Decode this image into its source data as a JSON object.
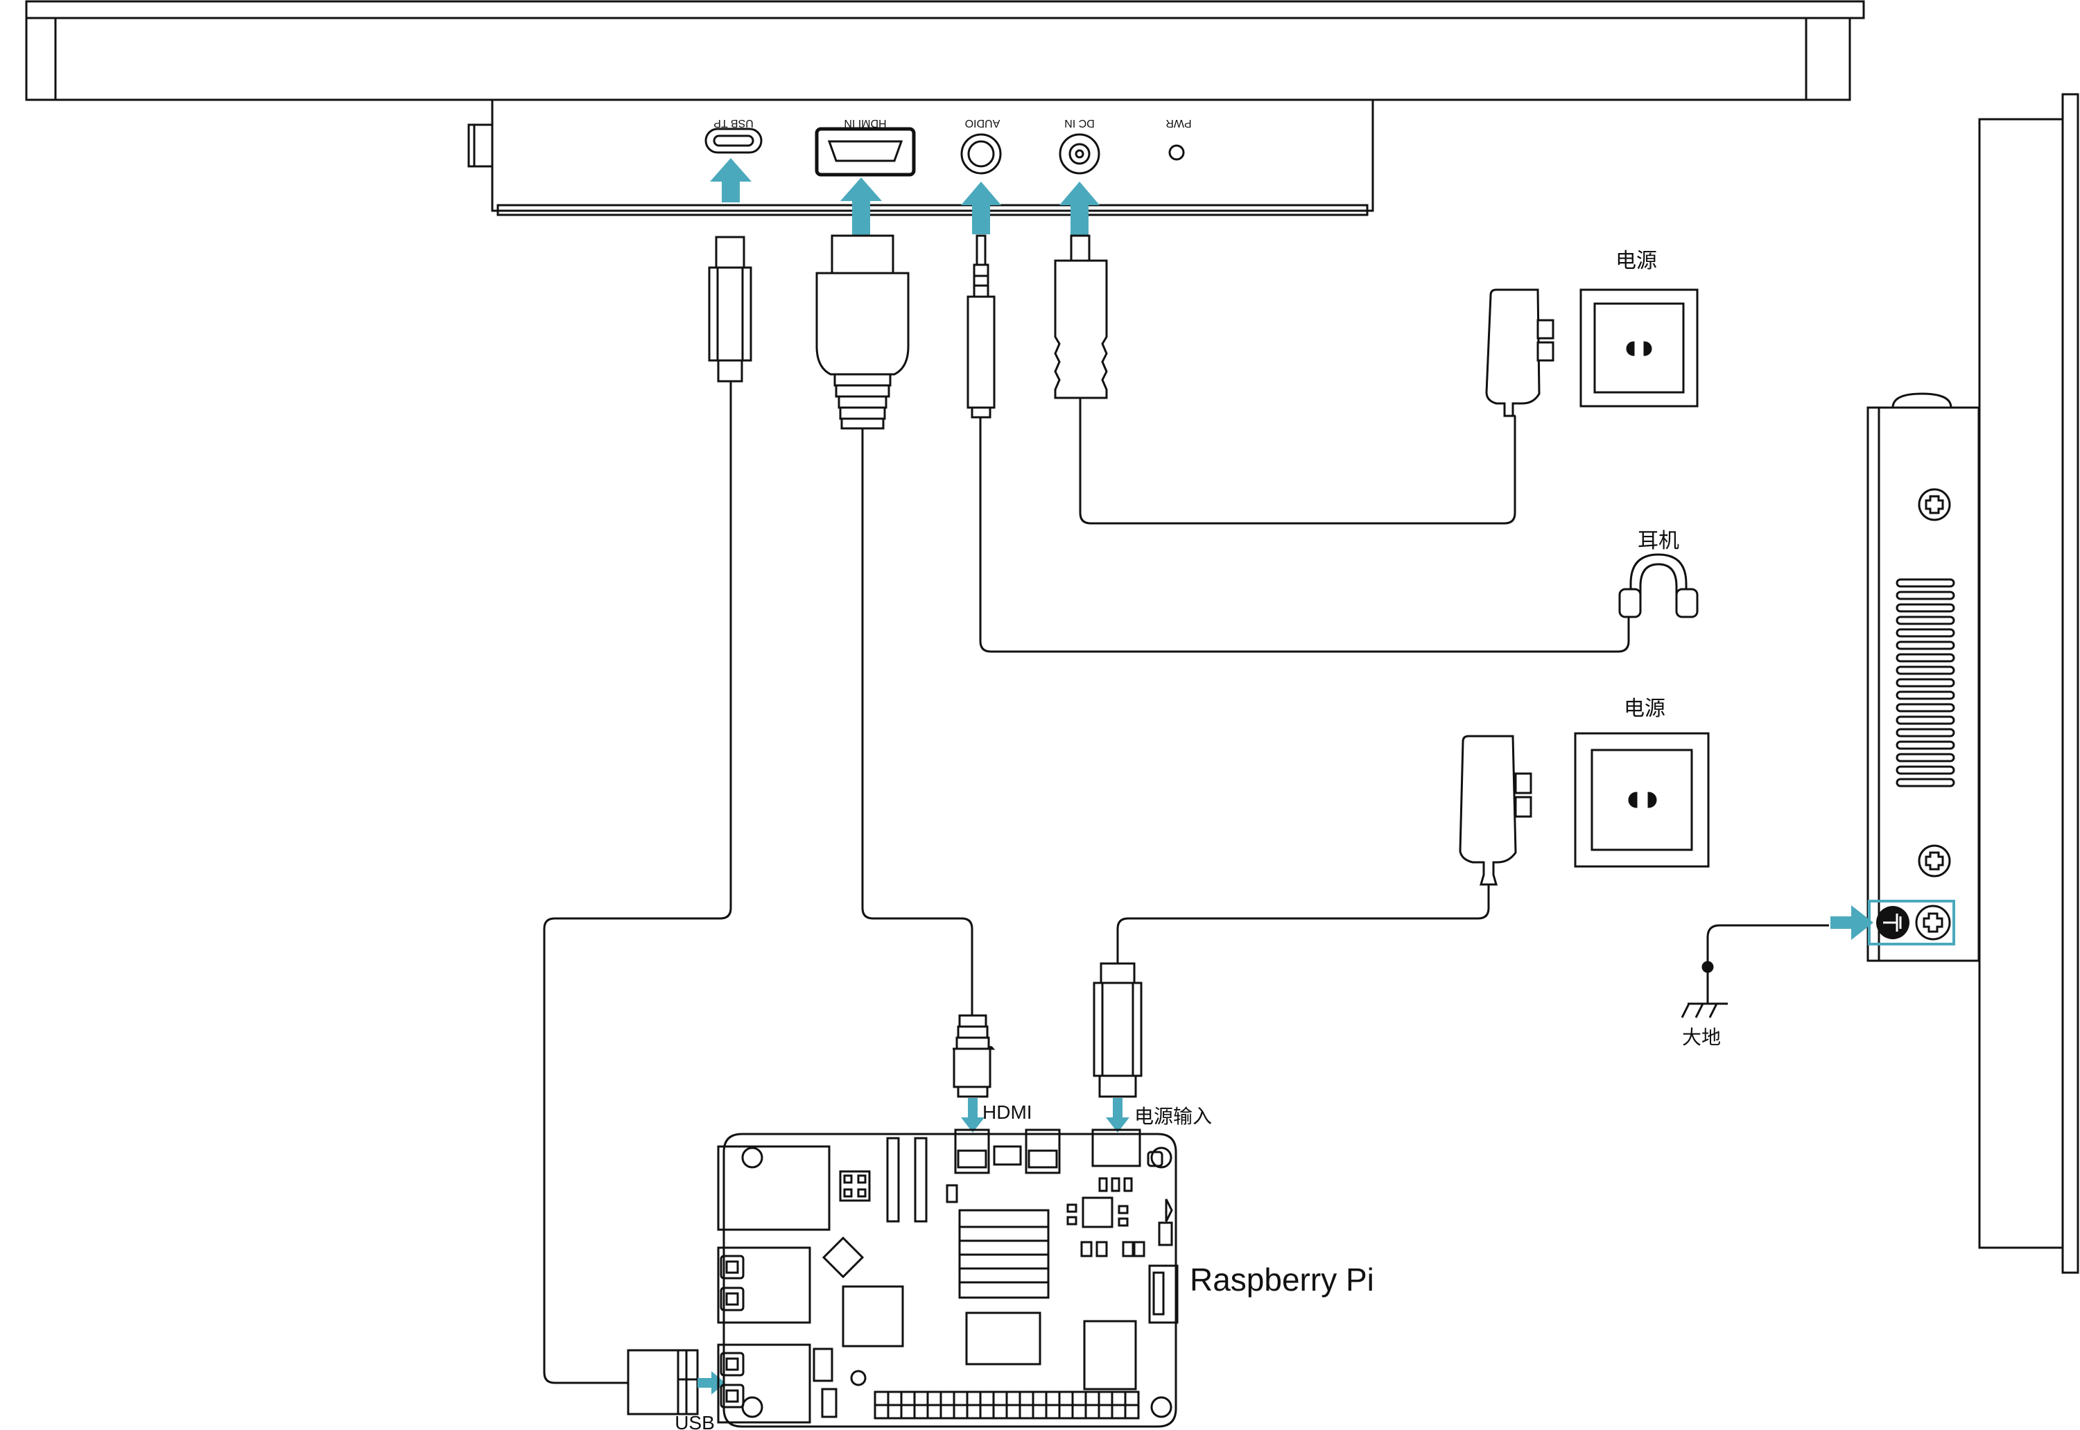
{
  "monitor_ports": {
    "usb_tp": "USB TP",
    "hdmi_in": "HDMI IN",
    "audio": "AUDIO",
    "dc_in": "DC IN",
    "pwr": "PWR"
  },
  "labels": {
    "power_1": "电源",
    "earphone": "耳机",
    "power_2": "电源",
    "ground": "大地",
    "pi_hdmi": "HDMI",
    "pi_power_input": "电源输入",
    "pi_usb": "USB",
    "raspberry_pi": "Raspberry Pi"
  },
  "colors": {
    "arrow": "#4ba9bd",
    "line": "#111111",
    "highlight_box": "#4ba9bd"
  },
  "icons": [
    "usb-c-port-icon",
    "hdmi-port-icon",
    "audio-jack-icon",
    "dc-jack-icon",
    "power-adapter-icon",
    "wall-socket-icon",
    "headphones-icon",
    "ground-symbol-icon",
    "screw-icon"
  ]
}
